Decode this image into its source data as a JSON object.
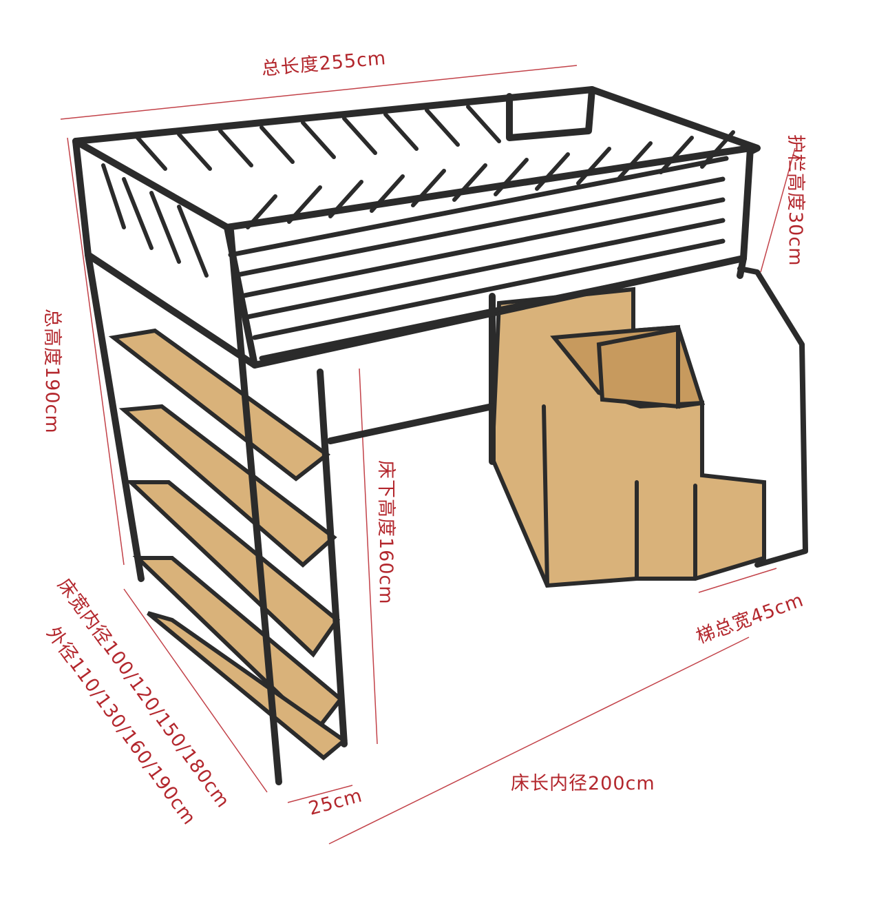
{
  "labels": {
    "total_length": "总长度255cm",
    "rail_height": "护栏高度30cm",
    "total_height": "总高度190cm",
    "under_bed_height": "床下高度160cm",
    "stair_width": "梯总宽45cm",
    "inner_width": "床宽内径100/120/150/180cm",
    "outer_width": "外径110/130/160/190cm",
    "shelf_depth": "25cm",
    "inner_length": "床长内径200cm"
  },
  "colors": {
    "annotation": "#b3272d",
    "frame": "#2b2b2b",
    "wood": "#d9b27a"
  }
}
